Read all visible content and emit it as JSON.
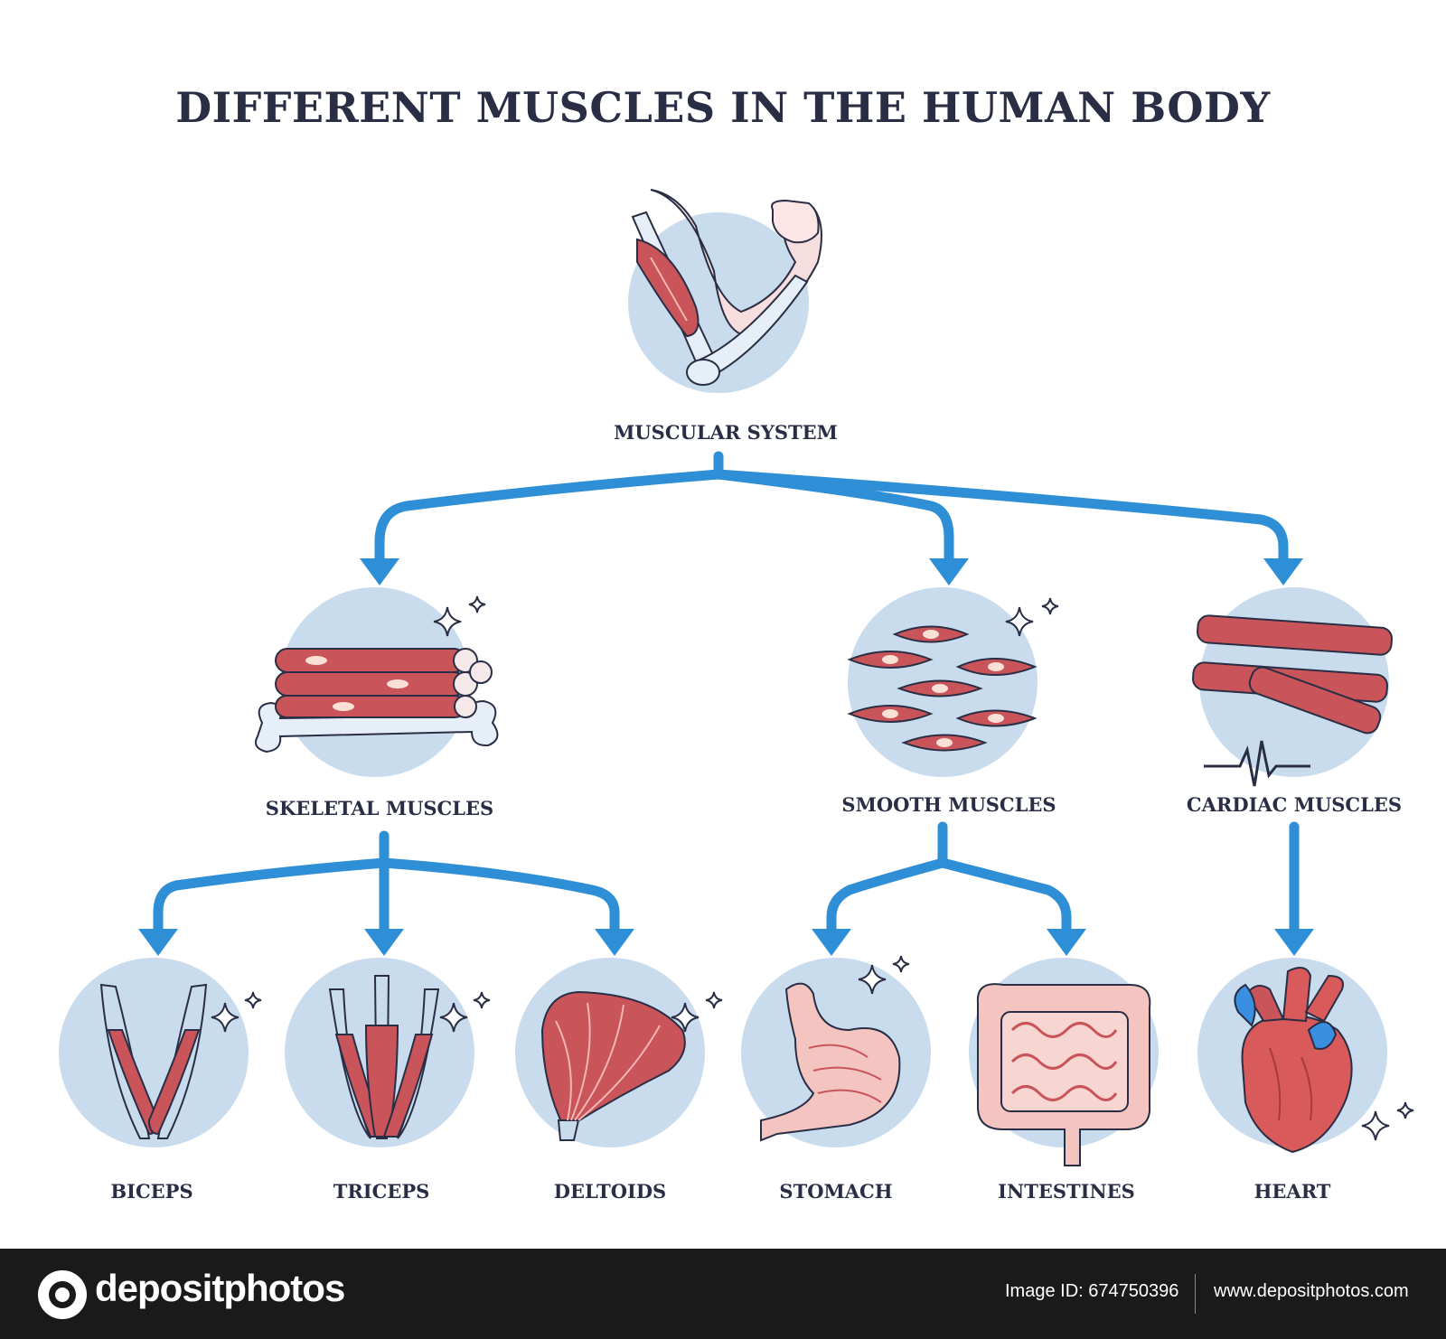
{
  "title": "DIFFERENT MUSCLES IN THE HUMAN BODY",
  "nodes": {
    "root": "MUSCULAR SYSTEM",
    "skeletal": "SKELETAL MUSCLES",
    "smooth": "SMOOTH MUSCLES",
    "cardiac": "CARDIAC MUSCLES",
    "biceps": "BICEPS",
    "triceps": "TRICEPS",
    "deltoids": "DELTOIDS",
    "stomach": "STOMACH",
    "intestines": "INTESTINES",
    "heart": "HEART"
  },
  "footer": {
    "brand": "depositphotos",
    "image_id": "Image ID: 674750396",
    "website": "www.depositphotos.com"
  },
  "colors": {
    "arrow": "#2f8fd6",
    "circle": "#c9dcee",
    "muscle": "#c9545a",
    "muscle_light": "#e8a8a8",
    "bone": "#e6eef8",
    "title": "#2a2e45"
  }
}
